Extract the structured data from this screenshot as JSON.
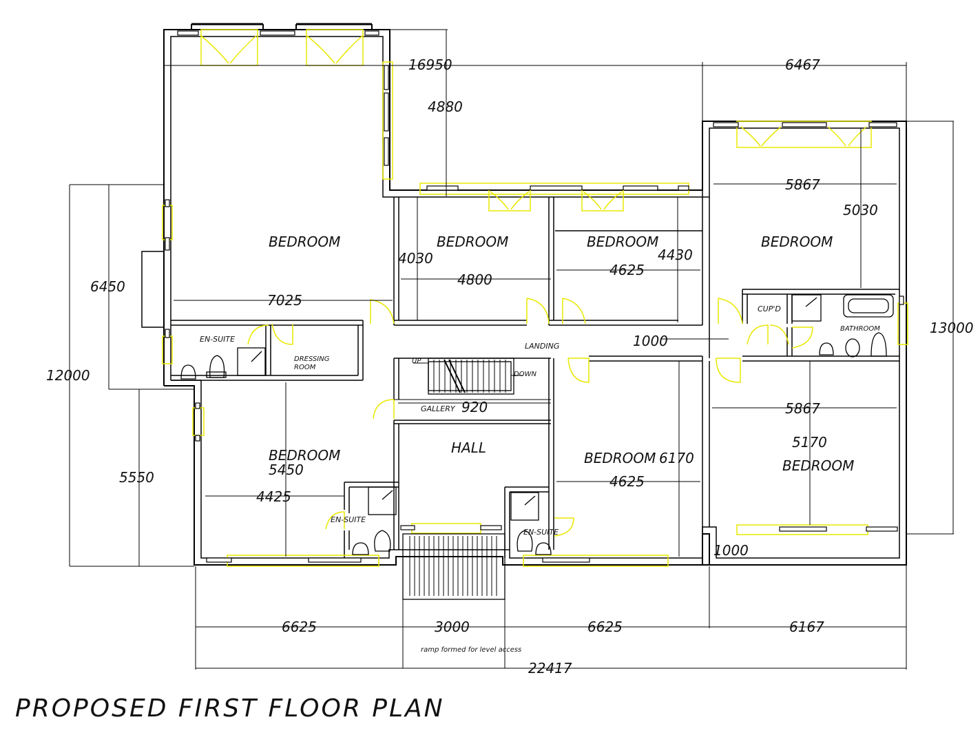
{
  "title": "PROPOSED FIRST FLOOR PLAN",
  "rooms": {
    "bedroom_1": "BEDROOM",
    "bedroom_2": "BEDROOM",
    "bedroom_3": "BEDROOM",
    "bedroom_4": "BEDROOM",
    "bedroom_5": "BEDROOM",
    "bedroom_6": "BEDROOM",
    "bedroom_7": "BEDROOM",
    "hall": "HALL",
    "landing": "LANDING",
    "gallery": "GALLERY",
    "ensuite_1": "EN-SUITE",
    "ensuite_2": "EN-SUITE",
    "ensuite_3": "EN-SUITE",
    "dressing_1": "DRESSING",
    "dressing_2": "ROOM",
    "cupd": "CUP'D",
    "bathroom": "BATHROOM",
    "up": "UP",
    "down": "DOWN",
    "ramp_note": "ramp formed for level access"
  },
  "dimensions": {
    "d16950": "16950",
    "d6467": "6467",
    "d4880": "4880",
    "d5867a": "5867",
    "d5030": "5030",
    "d13000": "13000",
    "d4030": "4030",
    "d4800": "4800",
    "d4625a": "4625",
    "d4430": "4430",
    "d6450": "6450",
    "d7025": "7025",
    "d1000a": "1000",
    "d12000": "12000",
    "d920": "920",
    "d5867b": "5867",
    "d5170": "5170",
    "d5450": "5450",
    "d6170": "6170",
    "d4425": "4425",
    "d4625b": "4625",
    "d5550": "5550",
    "d1000b": "1000",
    "d6625a": "6625",
    "d3000": "3000",
    "d6625b": "6625",
    "d6167": "6167",
    "d22417": "22417"
  },
  "colors": {
    "walls": "#000000",
    "windows_doors": "#e8e800",
    "glazing": "#5b7fc2"
  }
}
